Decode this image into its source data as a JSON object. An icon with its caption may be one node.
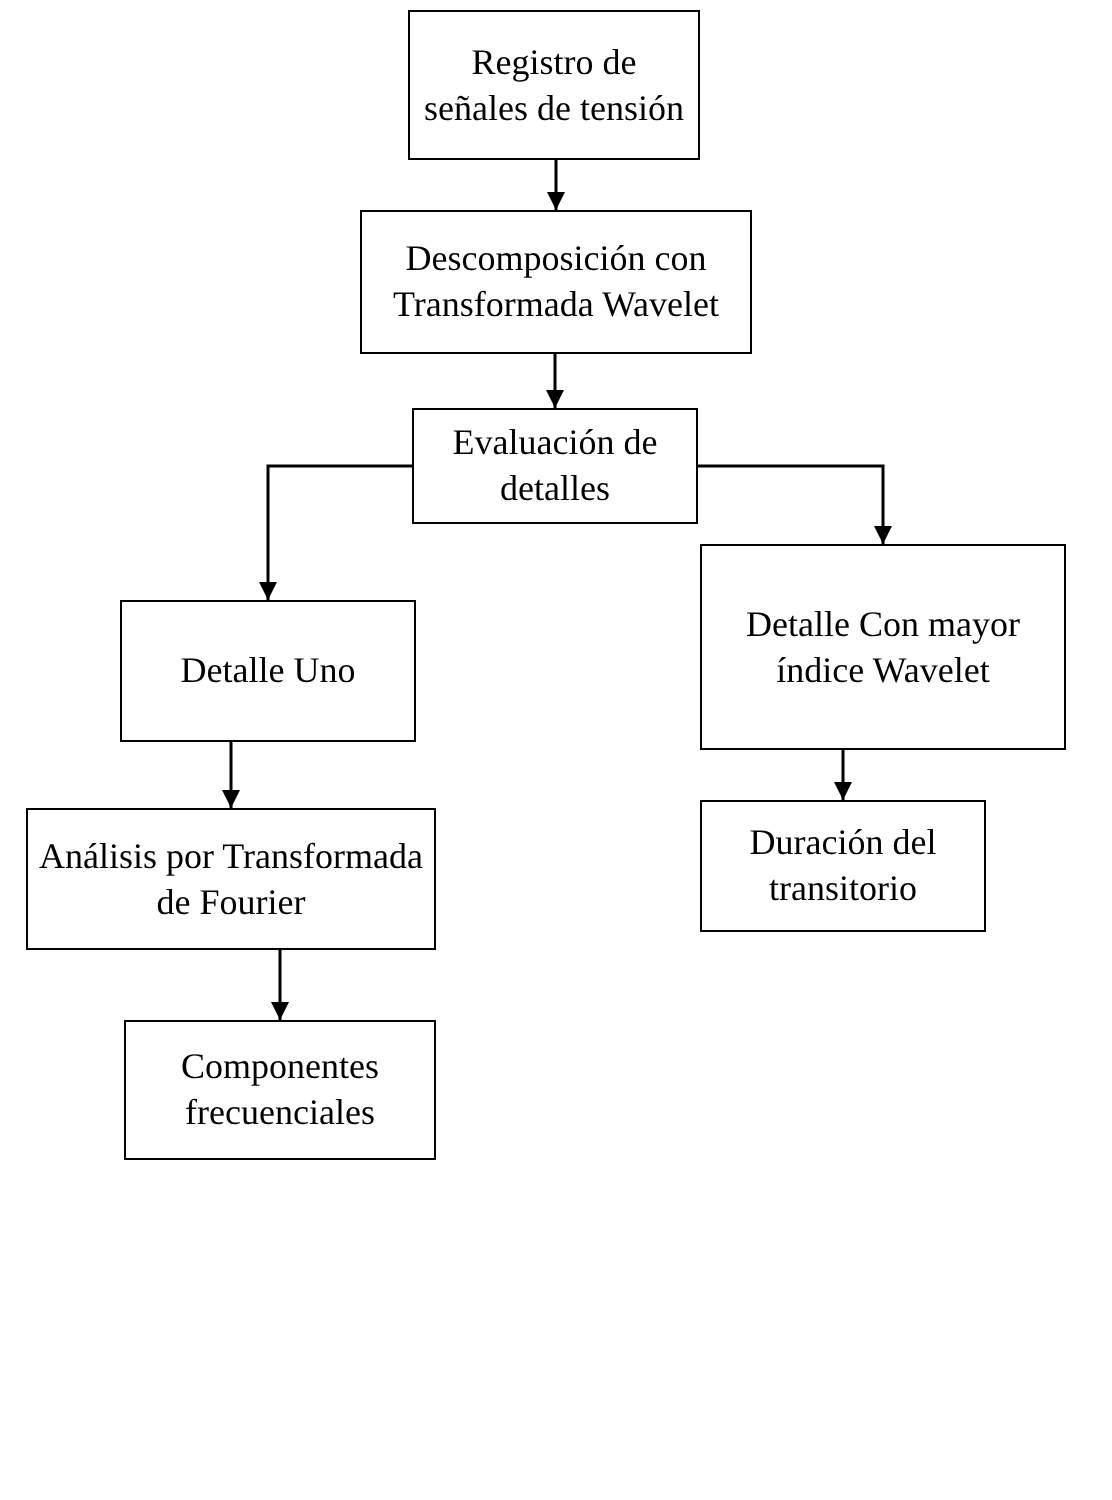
{
  "diagram": {
    "nodes": [
      {
        "text": [
          "Registro de señales de tensión"
        ]
      },
      {
        "text": [
          "Descomposición con Transformada Wavelet"
        ]
      },
      {
        "text": [
          "Evaluación de detalles"
        ]
      },
      {
        "text": [
          "Detalle Uno"
        ]
      },
      {
        "text": [
          "Detalle Con mayor índice Wavelet"
        ]
      },
      {
        "text": [
          "Análisis por Transformada de Fourier"
        ]
      },
      {
        "text": [
          "Duración del transitorio"
        ]
      },
      {
        "text": [
          "Componentes frecuenciales"
        ]
      }
    ],
    "edges": [
      {
        "from": 0,
        "to": 1,
        "arrow": "to"
      },
      {
        "from": 1,
        "to": 2,
        "arrow": "to"
      },
      {
        "from": 2,
        "to": 3,
        "arrow": "to"
      },
      {
        "from": 2,
        "to": 4,
        "arrow": "to"
      },
      {
        "from": 3,
        "to": 5,
        "arrow": "to"
      },
      {
        "from": 4,
        "to": 6,
        "arrow": "to"
      },
      {
        "from": 5,
        "to": 7,
        "arrow": "to"
      }
    ]
  }
}
